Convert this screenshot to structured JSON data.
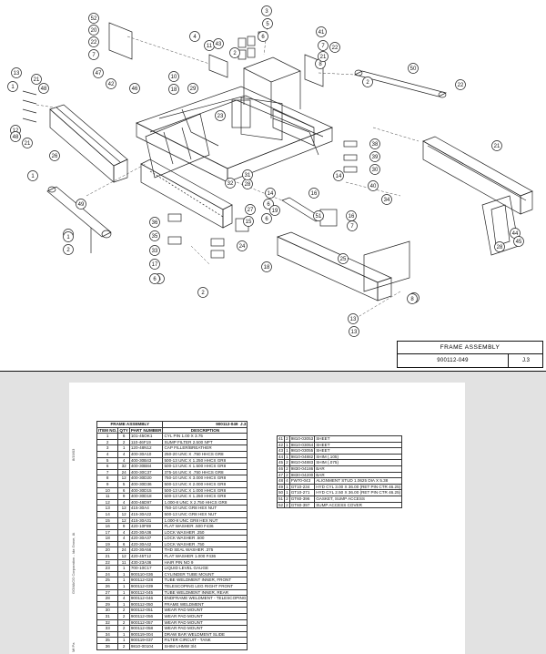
{
  "title_block": {
    "title": "FRAME ASSEMBLY",
    "drawing_number": "900112-049",
    "revision": "J.3"
  },
  "balloons": [
    {
      "n": "3"
    },
    {
      "n": "5"
    },
    {
      "n": "6"
    },
    {
      "n": "52"
    },
    {
      "n": "20"
    },
    {
      "n": "22"
    },
    {
      "n": "7"
    },
    {
      "n": "4"
    },
    {
      "n": "11"
    },
    {
      "n": "43"
    },
    {
      "n": "2"
    },
    {
      "n": "41"
    },
    {
      "n": "7"
    },
    {
      "n": "8"
    },
    {
      "n": "22"
    },
    {
      "n": "21"
    },
    {
      "n": "13"
    },
    {
      "n": "1"
    },
    {
      "n": "21"
    },
    {
      "n": "48"
    },
    {
      "n": "47"
    },
    {
      "n": "42"
    },
    {
      "n": "46"
    },
    {
      "n": "10"
    },
    {
      "n": "18"
    },
    {
      "n": "29"
    },
    {
      "n": "50"
    },
    {
      "n": "2"
    },
    {
      "n": "22"
    },
    {
      "n": "12"
    },
    {
      "n": "48"
    },
    {
      "n": "21"
    },
    {
      "n": "26"
    },
    {
      "n": "23"
    },
    {
      "n": "38"
    },
    {
      "n": "39"
    },
    {
      "n": "30"
    },
    {
      "n": "14"
    },
    {
      "n": "40"
    },
    {
      "n": "21"
    },
    {
      "n": "1"
    },
    {
      "n": "32"
    },
    {
      "n": "28"
    },
    {
      "n": "31"
    },
    {
      "n": "14"
    },
    {
      "n": "6"
    },
    {
      "n": "16"
    },
    {
      "n": "34"
    },
    {
      "n": "49"
    },
    {
      "n": "27"
    },
    {
      "n": "6"
    },
    {
      "n": "19"
    },
    {
      "n": "15"
    },
    {
      "n": "16"
    },
    {
      "n": "51"
    },
    {
      "n": "7"
    },
    {
      "n": "36"
    },
    {
      "n": "44"
    },
    {
      "n": "45"
    },
    {
      "n": "28"
    },
    {
      "n": "1"
    },
    {
      "n": "35"
    },
    {
      "n": "33"
    },
    {
      "n": "17"
    },
    {
      "n": "24"
    },
    {
      "n": "6"
    },
    {
      "n": "18"
    },
    {
      "n": "2"
    },
    {
      "n": "25"
    },
    {
      "n": "9"
    },
    {
      "n": "13"
    },
    {
      "n": "1"
    },
    {
      "n": "2"
    },
    {
      "n": "6"
    },
    {
      "n": "8"
    },
    {
      "n": "13"
    }
  ],
  "parts_list": {
    "header_title": "FRAME ASSEMBLY",
    "header_dwg": "900112-049",
    "header_rev": "J.3",
    "col_item": "ITEM NO.",
    "col_qty": "QTY",
    "col_part": "PART NUMBER",
    "col_desc": "DESCRIPTION",
    "rows_left": [
      [
        "1",
        "6",
        "101-45OK1",
        "CYL PIN 1.00 X 3.75"
      ],
      [
        "2",
        "2",
        "110-46F19",
        "SUMP FILTER 2.500 NPT"
      ],
      [
        "3",
        "1",
        "120-48N12",
        "CAP FILLER/BREATHER"
      ],
      [
        "4",
        "4",
        "400-30A10",
        "250-20 UNC X .750 HHCS GR8"
      ],
      [
        "5",
        "4",
        "400-30B43",
        "500-13 UNC X 1.250 HHCS GR8"
      ],
      [
        "6",
        "32",
        "400-30B84",
        "500-13 UNC X 1.500 HHCS GR8"
      ],
      [
        "7",
        "24",
        "400-30C37",
        "375-16 UNC X .750 HHCS GR8"
      ],
      [
        "8",
        "12",
        "400-30D20",
        "750-10 UNC X 3.000 HHCS GR8"
      ],
      [
        "9",
        "5",
        "400-30D36",
        "500-13 UNC X 2.000 HHCS GR8"
      ],
      [
        "10",
        "6",
        "400-30D15",
        "500-13 UNC X 1.000 HHCS GR8"
      ],
      [
        "11",
        "9",
        "400-30D18",
        "500-13 UNC X 1.250 HHCS GR8"
      ],
      [
        "12",
        "4",
        "400-46D97",
        "1.000-8 UNC X 2.750 HHCS GR8"
      ],
      [
        "13",
        "12",
        "415-30A4",
        "750-10 UNC GR8 HEX NUT"
      ],
      [
        "14",
        "12",
        "415-30A22",
        "500-13 UNC GR8 HEX NUT"
      ],
      [
        "15",
        "12",
        "415-30A31",
        "1.000-8 UNC GR8 HEX NUT"
      ],
      [
        "16",
        "9",
        "420-10F89",
        "FLAT WASHER .500 F436"
      ],
      [
        "17",
        "4",
        "420-30A36",
        "LOCK WASHER .250"
      ],
      [
        "18",
        "4",
        "420-30A37",
        "LOCK WASHER .500"
      ],
      [
        "19",
        "6",
        "420-30A42",
        "LOCK WASHER .750"
      ],
      [
        "20",
        "24",
        "420-30A56",
        "THD SEAL WASHER .375"
      ],
      [
        "21",
        "12",
        "420-45T12",
        "FLAT WASHER 1.000 F436"
      ],
      [
        "22",
        "11",
        "430-23A36",
        "HAIR PIN NO 9"
      ],
      [
        "23",
        "1",
        "700-10C17",
        "LIQUID LEVEL GAUGE"
      ],
      [
        "24",
        "1",
        "900110-036",
        "CYLINDER TUBE MOUNT"
      ],
      [
        "25",
        "1",
        "900112-028",
        "TUBE WELDMENT INNER, FRONT"
      ],
      [
        "26",
        "1",
        "900112-039",
        "TELESCOPING LEG RIGHT FRONT"
      ],
      [
        "27",
        "1",
        "900112-045",
        "TUBE WELDMENT INNER, REAR"
      ],
      [
        "28",
        "4",
        "900112-046",
        "ENDFRAME WELDMENT - TELESCOPING"
      ],
      [
        "29",
        "1",
        "900112-050",
        "FRAME WELDMENT"
      ],
      [
        "30",
        "2",
        "900112-051",
        "WEAR PAD MOUNT"
      ],
      [
        "31",
        "2",
        "900112-056",
        "WEAR PAD MOUNT"
      ],
      [
        "32",
        "2",
        "900112-057",
        "WEAR PAD MOUNT"
      ],
      [
        "33",
        "2",
        "900112-058",
        "WEAR PAD MOUNT"
      ],
      [
        "34",
        "1",
        "900119-004",
        "DRAW BAR WELDMENT SLIDE"
      ],
      [
        "35",
        "1",
        "900119-037",
        "FILTER CIRCUIT - TANK"
      ],
      [
        "36",
        "2",
        "9810-00104",
        "SHIM UHMW 3/4"
      ]
    ],
    "rows_right": [
      [
        "41",
        "2",
        "9810-03053",
        "SHEET"
      ],
      [
        "42",
        "1",
        "9810-03054",
        "SHEET"
      ],
      [
        "43",
        "1",
        "9810-03055",
        "SHEET"
      ],
      [
        "44",
        "1",
        "9810-04882",
        "SHIM (.105)"
      ],
      [
        "45",
        "2",
        "9810-04883",
        "SHIM (.075)"
      ],
      [
        "46",
        "2",
        "9830-04186",
        "BAR"
      ],
      [
        "47",
        "2",
        "9830-04200",
        "BAR"
      ],
      [
        "48",
        "4",
        "FW70-043",
        "ALIGNMENT STUD 1.0625 DIA X 5.38"
      ],
      [
        "49",
        "1",
        "GT10-234",
        "HYD CYL 3.00 X 36.00 (RET PIN CTR 46.25)"
      ],
      [
        "50",
        "1",
        "GT10-271",
        "HYD CYL 2.50 X 36.00 (RET PIN CTR 46.25)"
      ],
      [
        "51",
        "2",
        "GT60-396",
        "GASKET, SUMP ACCESS"
      ],
      [
        "52",
        "2",
        "GT60-397",
        "SUMP ACCESS COVER"
      ]
    ]
  },
  "side_notes": {
    "date": "8/19/03",
    "company": "GOMACO Corporation - Ida Grove, IA",
    "page_note": "Mf   Pa"
  }
}
